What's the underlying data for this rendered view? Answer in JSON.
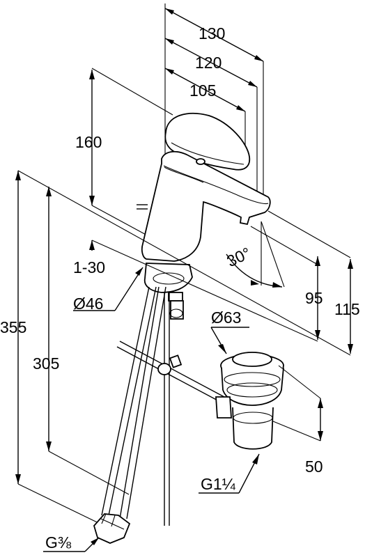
{
  "dimensions": {
    "width_130": "130",
    "width_120": "120",
    "width_105": "105",
    "height_160": "160",
    "range_1_30": "1-30",
    "diameter_46": "Ø46",
    "angle_30": "30°",
    "height_95": "95",
    "height_115": "115",
    "diameter_63": "Ø63",
    "total_355": "355",
    "hose_305": "305",
    "waste_50": "50",
    "thread_g114": "G1¼",
    "thread_g38": "G⅜"
  }
}
